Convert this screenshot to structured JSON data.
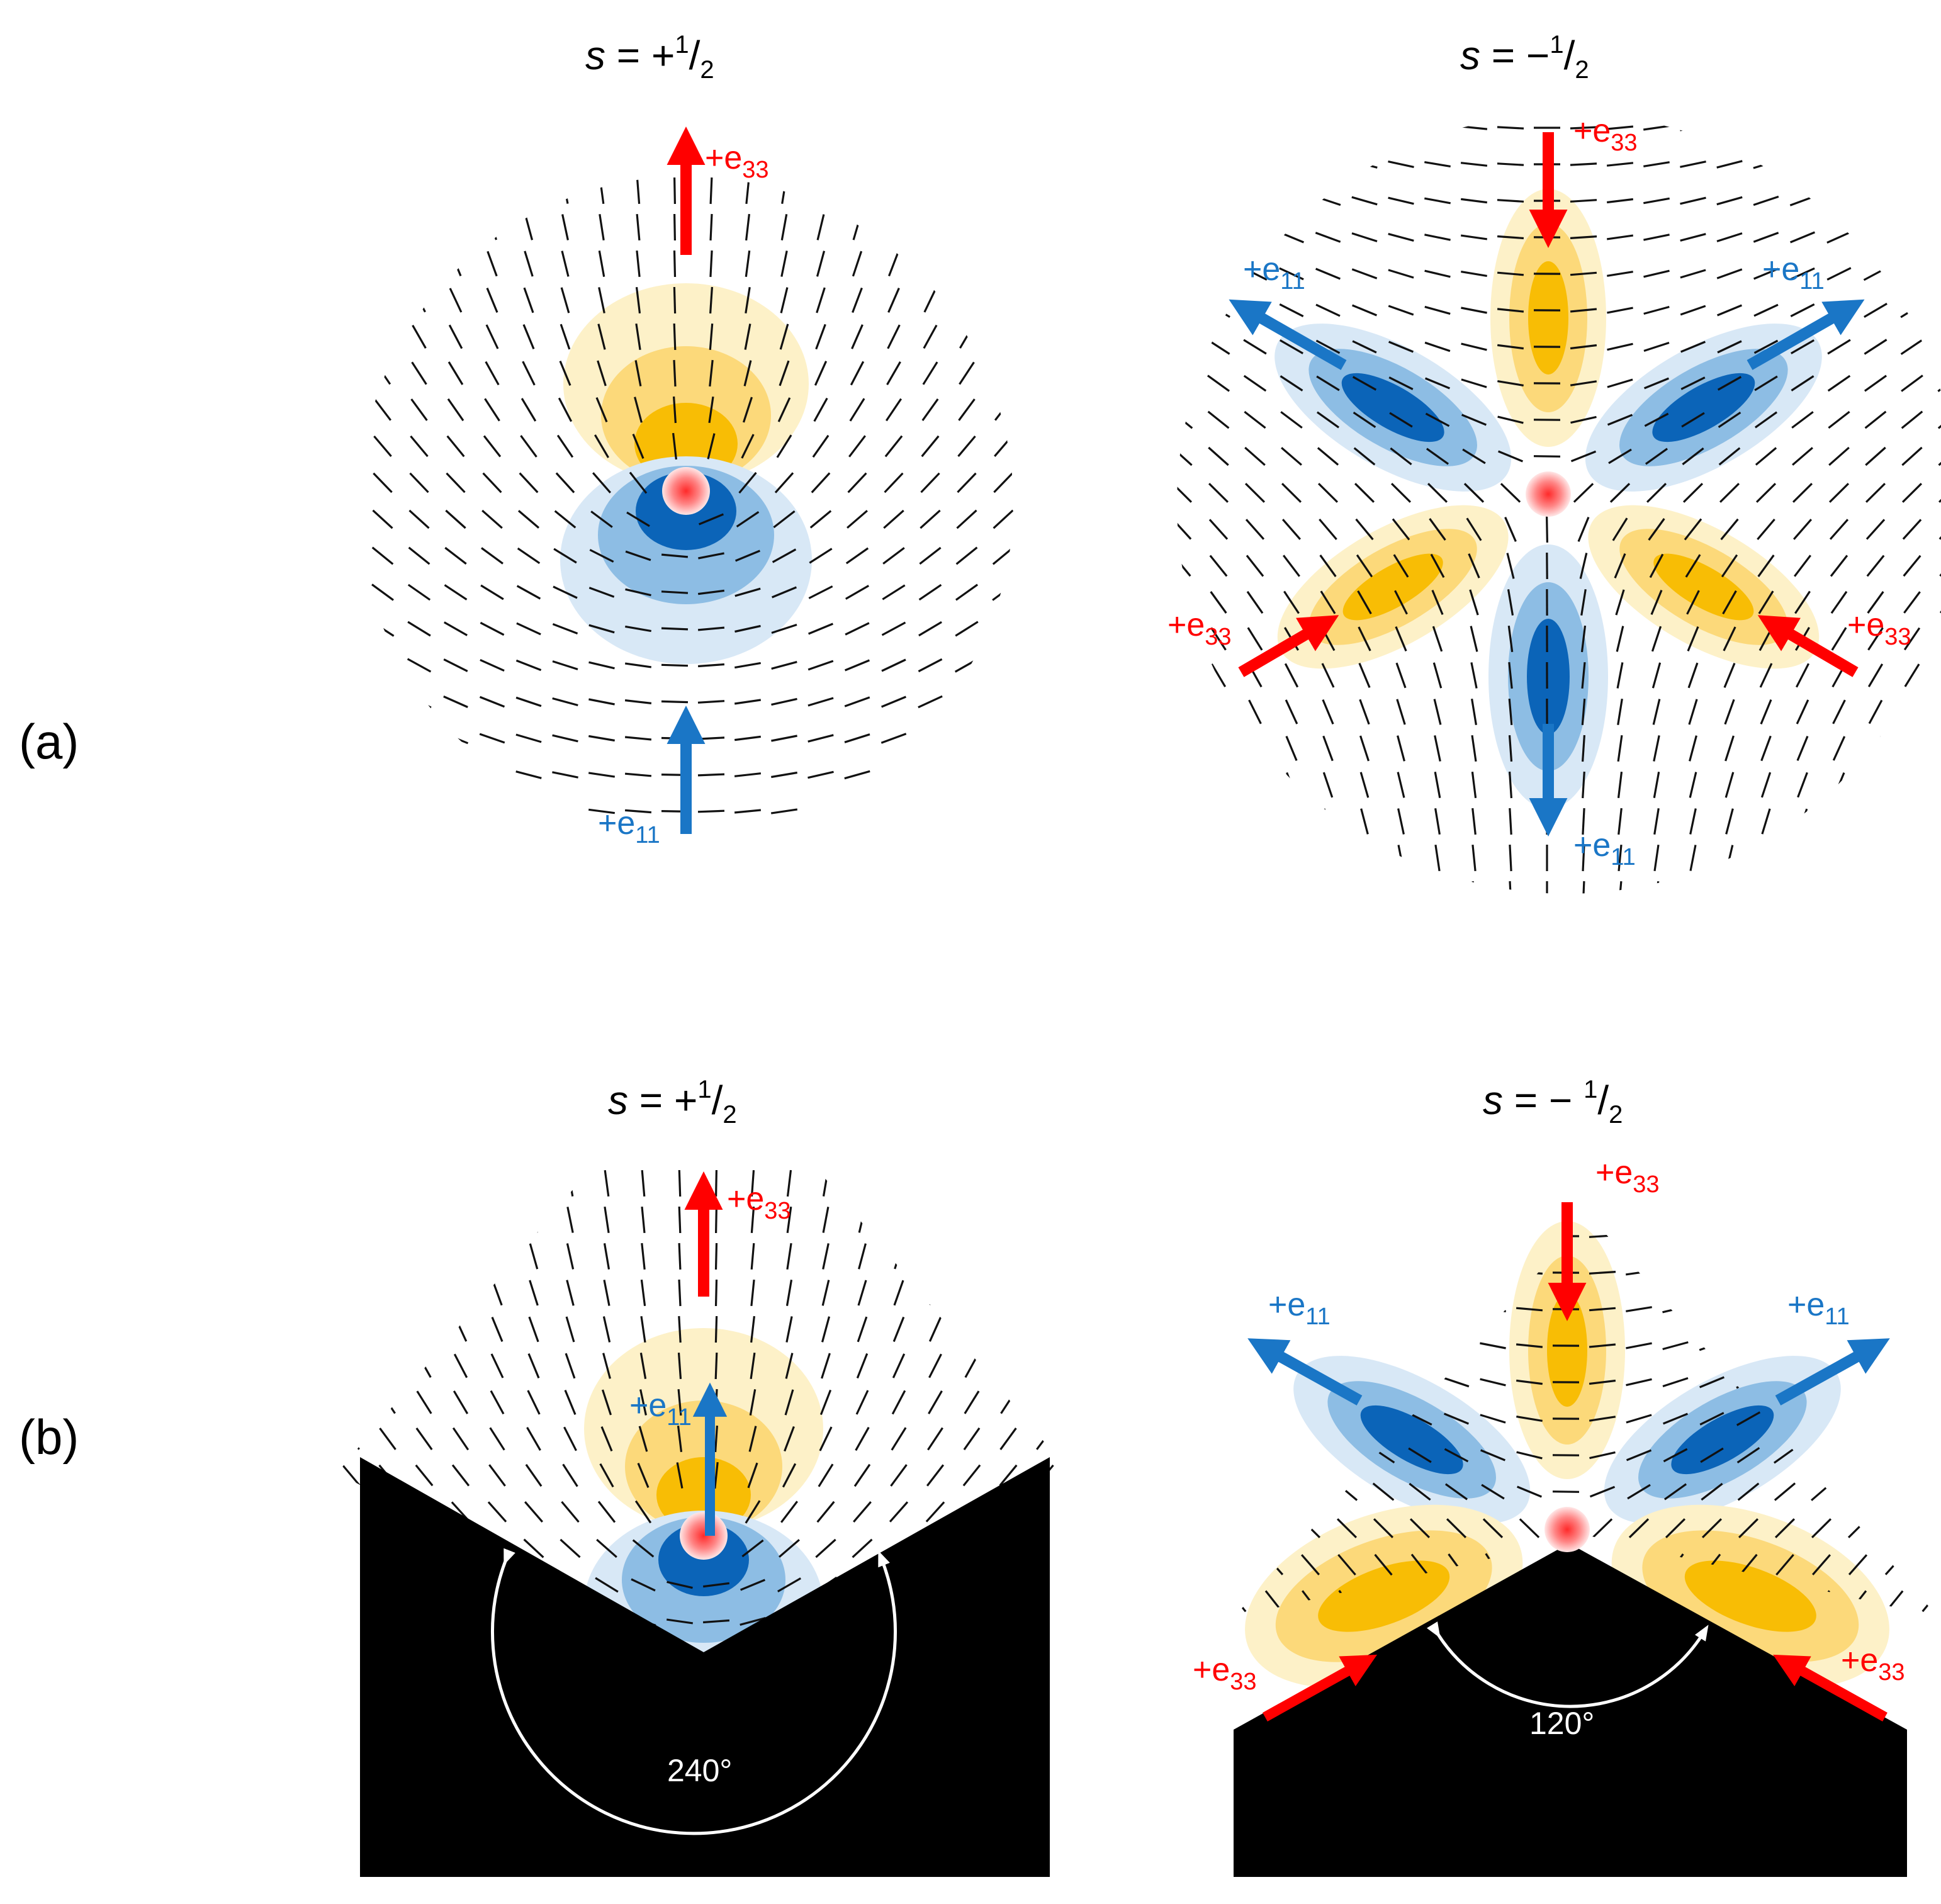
{
  "panels": {
    "a": {
      "label": "(a)"
    },
    "b": {
      "label": "(b)"
    }
  },
  "titles": {
    "a_left": {
      "var": "s",
      "rest": " = +",
      "num": "1",
      "slash": "/",
      "den": "2"
    },
    "a_right": {
      "var": "s",
      "rest": " = −",
      "num": "1",
      "slash": "/",
      "den": "2"
    },
    "b_left": {
      "var": "s",
      "rest": " = +",
      "num": "1",
      "slash": "/",
      "den": "2"
    },
    "b_right": {
      "var": "s",
      "rest": " = − ",
      "num": "1",
      "slash": "/",
      "den": "2"
    }
  },
  "arrow_labels": {
    "e33": {
      "sign": "+e",
      "sub": "33"
    },
    "e11": {
      "sign": "+e",
      "sub": "11"
    }
  },
  "angles": {
    "b_left": "240°",
    "b_right": "120°"
  },
  "colors": {
    "extension_arrow": "#ff0000",
    "compression_arrow": "#1a76c6",
    "yellow_lobe": [
      "#fdf1c8",
      "#fcd97a",
      "#f8bd05"
    ],
    "blue_lobe": [
      "#d8e8f6",
      "#8dbde4",
      "#0b64b8"
    ],
    "defect_core": "#ff3b3b",
    "boundary": "#000000"
  }
}
